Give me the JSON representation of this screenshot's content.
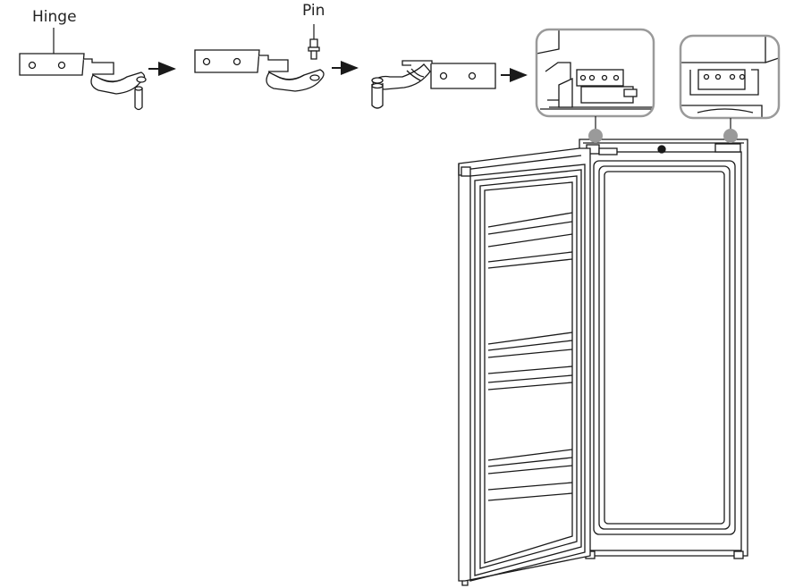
{
  "labels": {
    "hinge": "Hinge",
    "pin": "Pin"
  },
  "colors": {
    "line": "#1a1a1a",
    "marker": "#9a9a9a",
    "callout_border": "#9a9a9a",
    "background": "#ffffff"
  },
  "icons": {
    "arrow": "right-arrow-icon",
    "marker": "hinge-location-dot"
  }
}
